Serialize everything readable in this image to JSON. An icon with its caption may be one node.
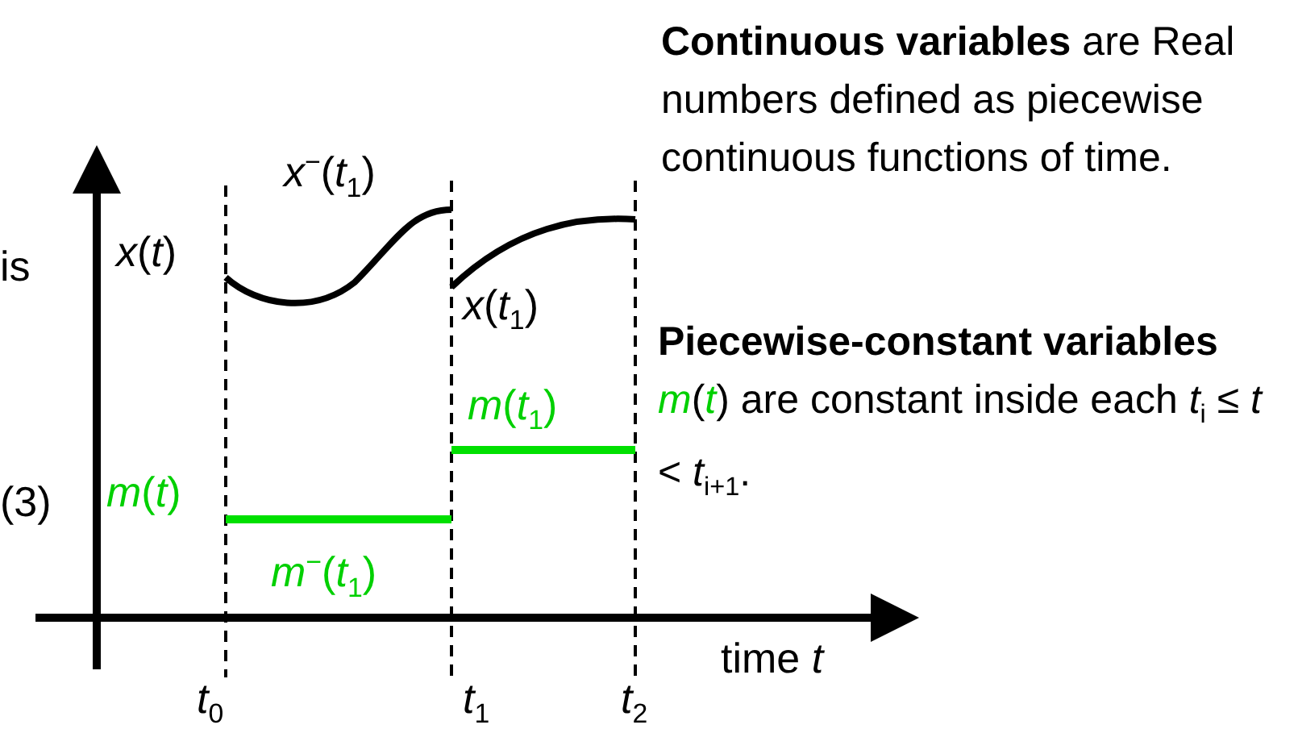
{
  "diagram": {
    "labels": [
      "**Continuous variables** are Real numbers defined as piecewise continuous functions of time.",
      "*x*$^{−}$(*t*$_{1}$)",
      "is",
      "*x*(*t*)",
      "*x*(*t*$_{1}$)",
      "**Piecewise-constant variables** *m*(*t*) are constant inside each *t*$_{i}$ ≤ *t* < *t*$_{i+1}$.",
      "*m*(*t*$_{1}$)",
      "(3)",
      "*m*(*t*)",
      "*m*$^{−}$(*t*$_{1}$)",
      "time *t*",
      "*t*$_{0}$",
      "*t*$_{1}$",
      "*t*$_{2}$"
    ]
  }
}
